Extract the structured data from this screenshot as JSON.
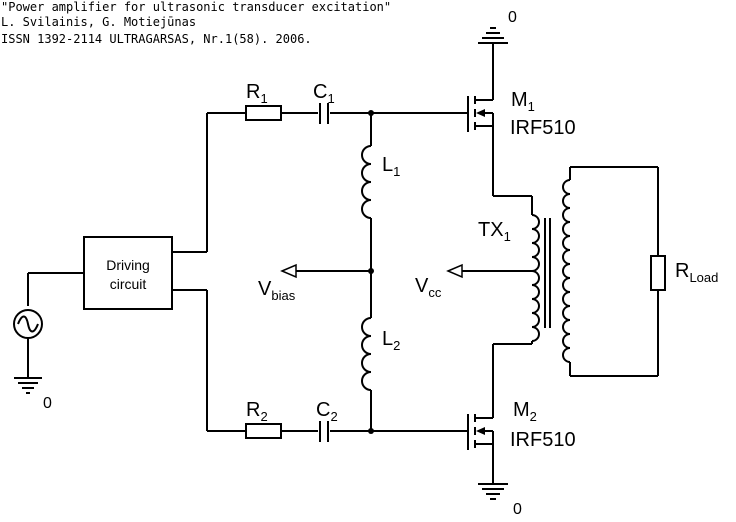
{
  "header": {
    "line1": "\"Power amplifier for ultrasonic transducer excitation\"",
    "line2": "L. Svilainis, G. Motiejūnas",
    "line3": "ISSN 1392-2114 ULTRAGARSAS, Nr.1(58). 2006."
  },
  "labels": {
    "driving_line1": "Driving",
    "driving_line2": "circuit",
    "r1": "R",
    "r1_sub": "1",
    "c1": "C",
    "c1_sub": "1",
    "r2": "R",
    "r2_sub": "2",
    "c2": "C",
    "c2_sub": "2",
    "l1": "L",
    "l1_sub": "1",
    "l2": "L",
    "l2_sub": "2",
    "m1": "M",
    "m1_sub": "1",
    "m2": "M",
    "m2_sub": "2",
    "m1_part": "IRF510",
    "m2_part": "IRF510",
    "tx": "TX",
    "tx_sub": "1",
    "vbias": "V",
    "vbias_sub": "bias",
    "vcc": "V",
    "vcc_sub": "cc",
    "rload": "R",
    "rload_sub": "Load",
    "gnd_top": "0",
    "gnd_bottom": "0",
    "gnd_source": "0"
  }
}
